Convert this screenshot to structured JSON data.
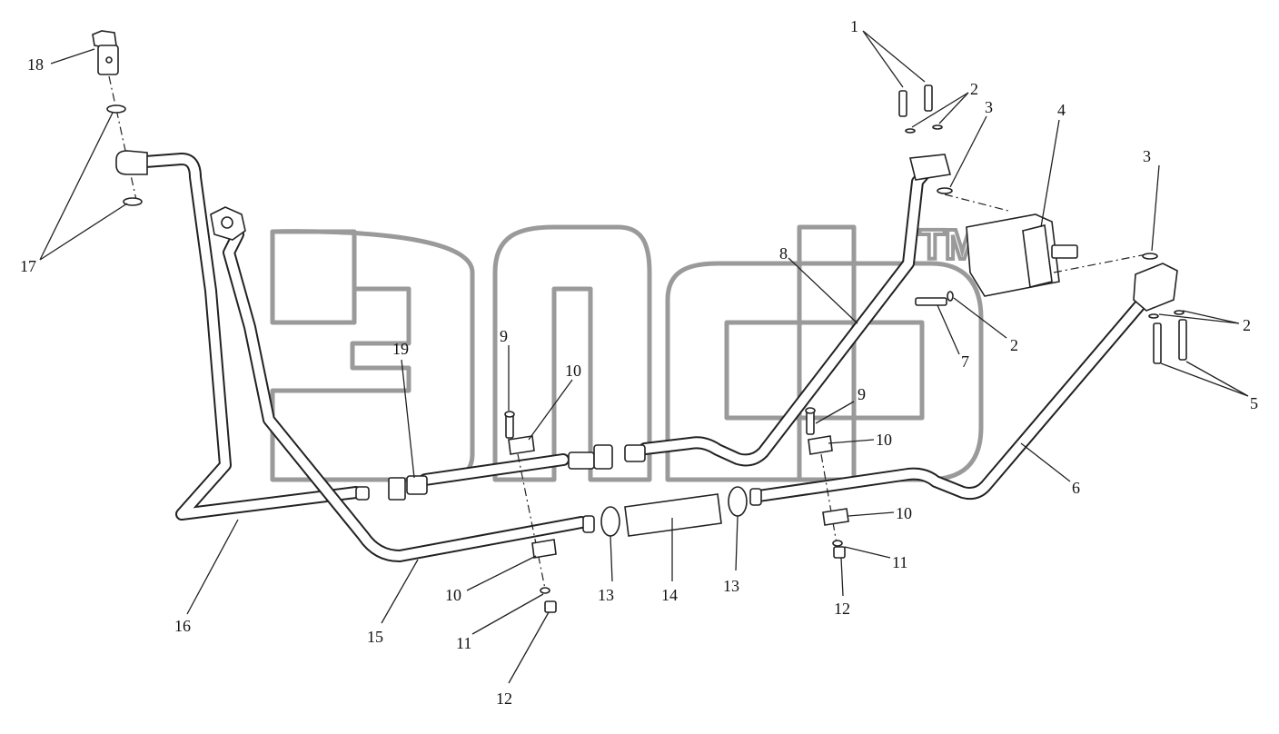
{
  "diagram": {
    "watermark": {
      "mark": "TM",
      "color": "#9a9a9a"
    },
    "callouts": [
      {
        "id": "c1",
        "label": "1"
      },
      {
        "id": "c2a",
        "label": "2"
      },
      {
        "id": "c3a",
        "label": "3"
      },
      {
        "id": "c4",
        "label": "4"
      },
      {
        "id": "c3b",
        "label": "3"
      },
      {
        "id": "c8",
        "label": "8"
      },
      {
        "id": "c2b",
        "label": "2"
      },
      {
        "id": "c7",
        "label": "7"
      },
      {
        "id": "c2c",
        "label": "2"
      },
      {
        "id": "c5",
        "label": "5"
      },
      {
        "id": "c9a",
        "label": "9"
      },
      {
        "id": "c10a",
        "label": "10"
      },
      {
        "id": "c19",
        "label": "19"
      },
      {
        "id": "c9b",
        "label": "9"
      },
      {
        "id": "c10b",
        "label": "10"
      },
      {
        "id": "c6",
        "label": "6"
      },
      {
        "id": "c10c",
        "label": "10"
      },
      {
        "id": "c11a",
        "label": "11"
      },
      {
        "id": "c12a",
        "label": "12"
      },
      {
        "id": "c10d",
        "label": "10"
      },
      {
        "id": "c11b",
        "label": "11"
      },
      {
        "id": "c12b",
        "label": "12"
      },
      {
        "id": "c13a",
        "label": "13"
      },
      {
        "id": "c14",
        "label": "14"
      },
      {
        "id": "c13b",
        "label": "13"
      },
      {
        "id": "c15",
        "label": "15"
      },
      {
        "id": "c16",
        "label": "16"
      },
      {
        "id": "c17",
        "label": "17"
      },
      {
        "id": "c18",
        "label": "18"
      }
    ],
    "line_color": "#222222"
  }
}
